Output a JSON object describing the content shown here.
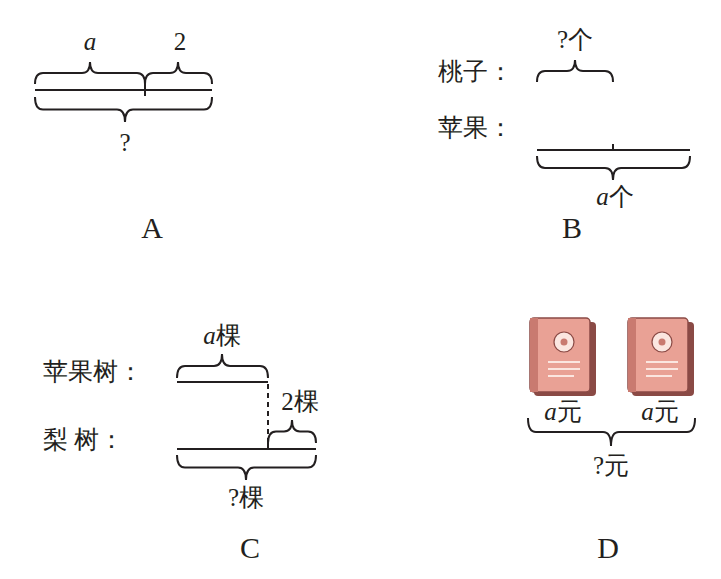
{
  "diagram": {
    "labels": [
      "a",
      "2",
      "?",
      "A",
      "?个",
      "桃子：",
      "苹果：",
      "a个",
      "B",
      "a棵",
      "苹果树：",
      "2棵",
      "梨 树：",
      "?棵",
      "C",
      "a元",
      "a元",
      "?元",
      "D"
    ]
  }
}
